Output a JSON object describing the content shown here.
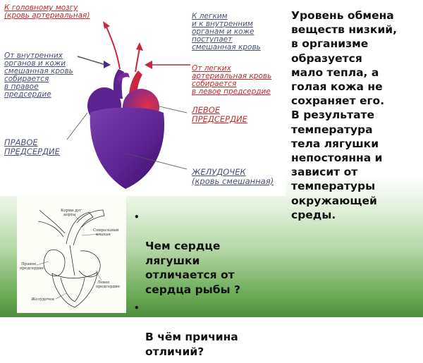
{
  "diagram": {
    "labels": {
      "brain": "К головному мозгу\n(кровь артериальная)",
      "lungs_in": "К легким\nи к внутренним\nорганам и коже\nпоступает\nсмешанная кровь",
      "organs": "От внутренних\nорганов и кожи\nсмешанная кровь\nсобирается\nв правое\nпредсердие",
      "lungs_out": "От легких\nартериальная кровь\nсобирается\nв левое предсердие",
      "left_atrium": "ЛЕВОЕ\nПРЕДСЕРДИЕ",
      "right_atrium": "ПРАВОЕ\nПРЕДСЕРДИЕ",
      "ventricle": "ЖЕЛУДОЧЕК\n(кровь смешанная)"
    },
    "colors": {
      "arterial": "#c8283a",
      "venous": "#5b2a86",
      "mixed": "#6a2d9c"
    }
  },
  "side_text": "Уровень обмена\nвеществ низкий,\nв организме\nобразуется\nмало тепла, а\nголая кожа не\nсохраняет его.\nВ результате\nтемпература\nтела лягушки\nнепостоянна и\nзависит от\nтемпературы\nокружающей\nсреды.",
  "questions": [
    "Чем сердце\nлягушки\nотличается от\nсердца рыбы ?",
    "В чём причина\nотличий?"
  ],
  "frog_sketch": {
    "labels": {
      "arch": "Корни дуг\nаорты",
      "valve": "Спиральный\nклапан",
      "right_atrium": "Правое\nпредсердие",
      "left_atrium": "Левое\nпредсердие",
      "ventricle": "Желудочек"
    }
  }
}
